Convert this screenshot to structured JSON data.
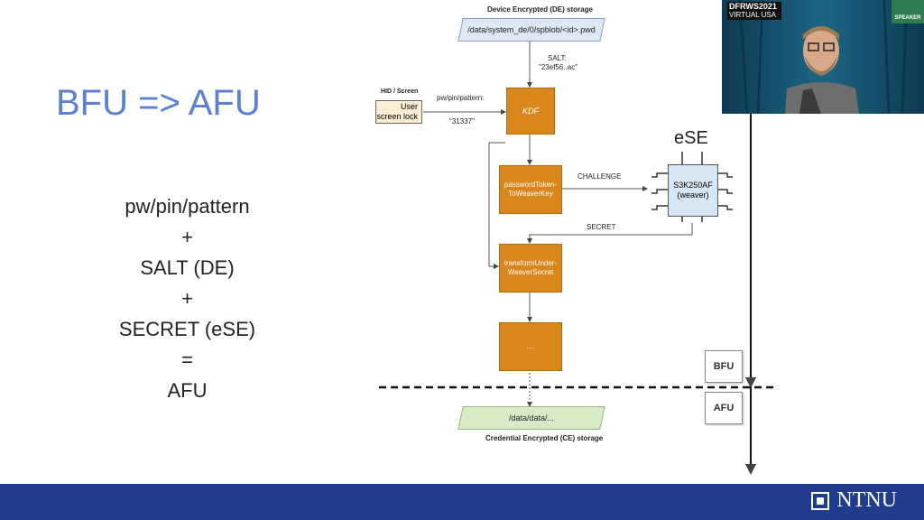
{
  "slide": {
    "title": "BFU => AFU",
    "formula": [
      "pw/pin/pattern",
      "+",
      "SALT (DE)",
      "+",
      "SECRET (eSE)",
      "=",
      "AFU"
    ]
  },
  "diagram": {
    "de_storage_label": "Device Encrypted (DE) storage",
    "de_path": "/data/system_de/0/spblob/<id>.pwd",
    "salt_label": "SALT:",
    "salt_value": "\"23ef56..ac\"",
    "hid_label": "HID / Screen",
    "user_lock_line1": "User",
    "user_lock_line2": "screen lock",
    "pw_label": "pw/pin/pattern:",
    "pw_value": "\"31337\"",
    "kdf": "KDF",
    "token_line1": "passwordToken-",
    "token_line2": "ToWeaverKey",
    "challenge": "CHALLENGE",
    "ese": "eSE",
    "chip_line1": "S3K250AF",
    "chip_line2": "(weaver)",
    "secret": "SECRET",
    "transform_line1": "transformUnder-",
    "transform_line2": "WeaverSecret",
    "ellipsis_box": "....",
    "ce_path": "/data/data/...",
    "ce_storage_label": "Credential Encrypted (CE) storage",
    "bfu": "BFU",
    "afu": "AFU"
  },
  "video": {
    "badge_line1": "DFRWS2021",
    "badge_line2": "VIRTUAL USA",
    "speaker_tag": "SPEAKER"
  },
  "footer": {
    "logo_text": "NTNU",
    "background_color": "#1f3d8c"
  }
}
